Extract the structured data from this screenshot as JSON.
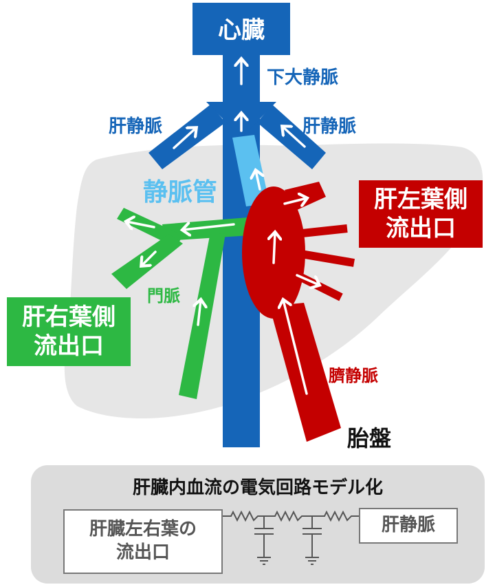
{
  "labels": {
    "heart": "心臓",
    "ivc": "下大静脈",
    "hepatic_vein_left": "肝静脈",
    "hepatic_vein_right": "肝静脈",
    "ductus_venosus": "静脈管",
    "portal_vein": "門脈",
    "umbilical_vein": "臍静脈",
    "placenta": "胎盤"
  },
  "boxes": {
    "left_lobe_outflow": [
      "肝左葉側",
      "流出口"
    ],
    "right_lobe_outflow": [
      "肝右葉側",
      "流出口"
    ]
  },
  "circuit": {
    "title": "肝臓内血流の電気回路モデル化",
    "left_box": [
      "肝臓左右葉の",
      "流出口"
    ],
    "right_box": "肝静脈"
  },
  "colors": {
    "vein_blue": "#1565b8",
    "ductus_light_blue": "#5bc0f0",
    "portal_green": "#2db843",
    "umbilical_red": "#c40000",
    "liver_grey": "#e6e6e6",
    "panel_grey": "#dcdcdc"
  }
}
